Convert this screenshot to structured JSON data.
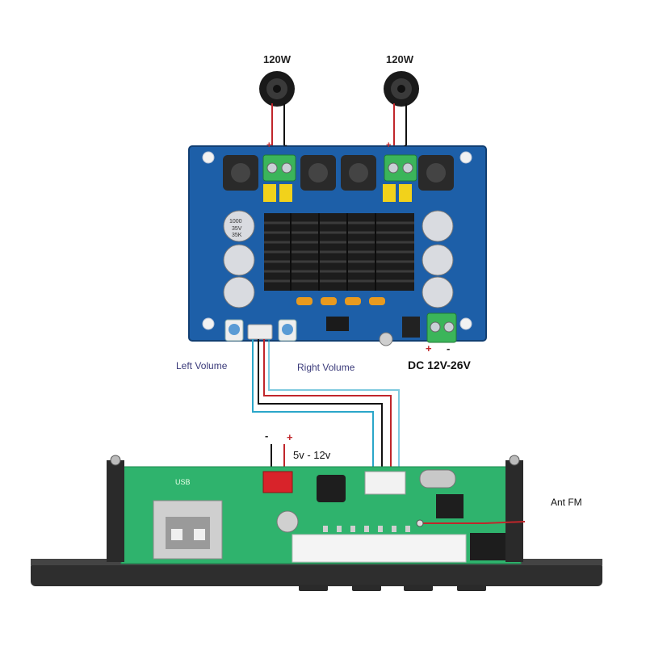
{
  "speakers": {
    "left_power": "120W",
    "right_power": "120W"
  },
  "amplifier": {
    "left_volume": "Left Volume",
    "right_volume": "Right Volume",
    "power_input": "DC 12V-26V",
    "power_plus": "+",
    "power_minus": "-",
    "capacitor_marking_1": "1000",
    "capacitor_marking_2": "35V",
    "capacitor_marking_3": "35K"
  },
  "decoder": {
    "power_minus": "-",
    "power_plus": "+",
    "power_label": "5v - 12v",
    "antenna_label": "Ant FM",
    "usb_label": "USB"
  },
  "colors": {
    "pcb_blue": "#1d5fa8",
    "pcb_green": "#2fb36d",
    "wire_red": "#c0262b",
    "wire_black": "#111111",
    "wire_cyan": "#2aa6c9",
    "terminal_green": "#3bb55a"
  }
}
